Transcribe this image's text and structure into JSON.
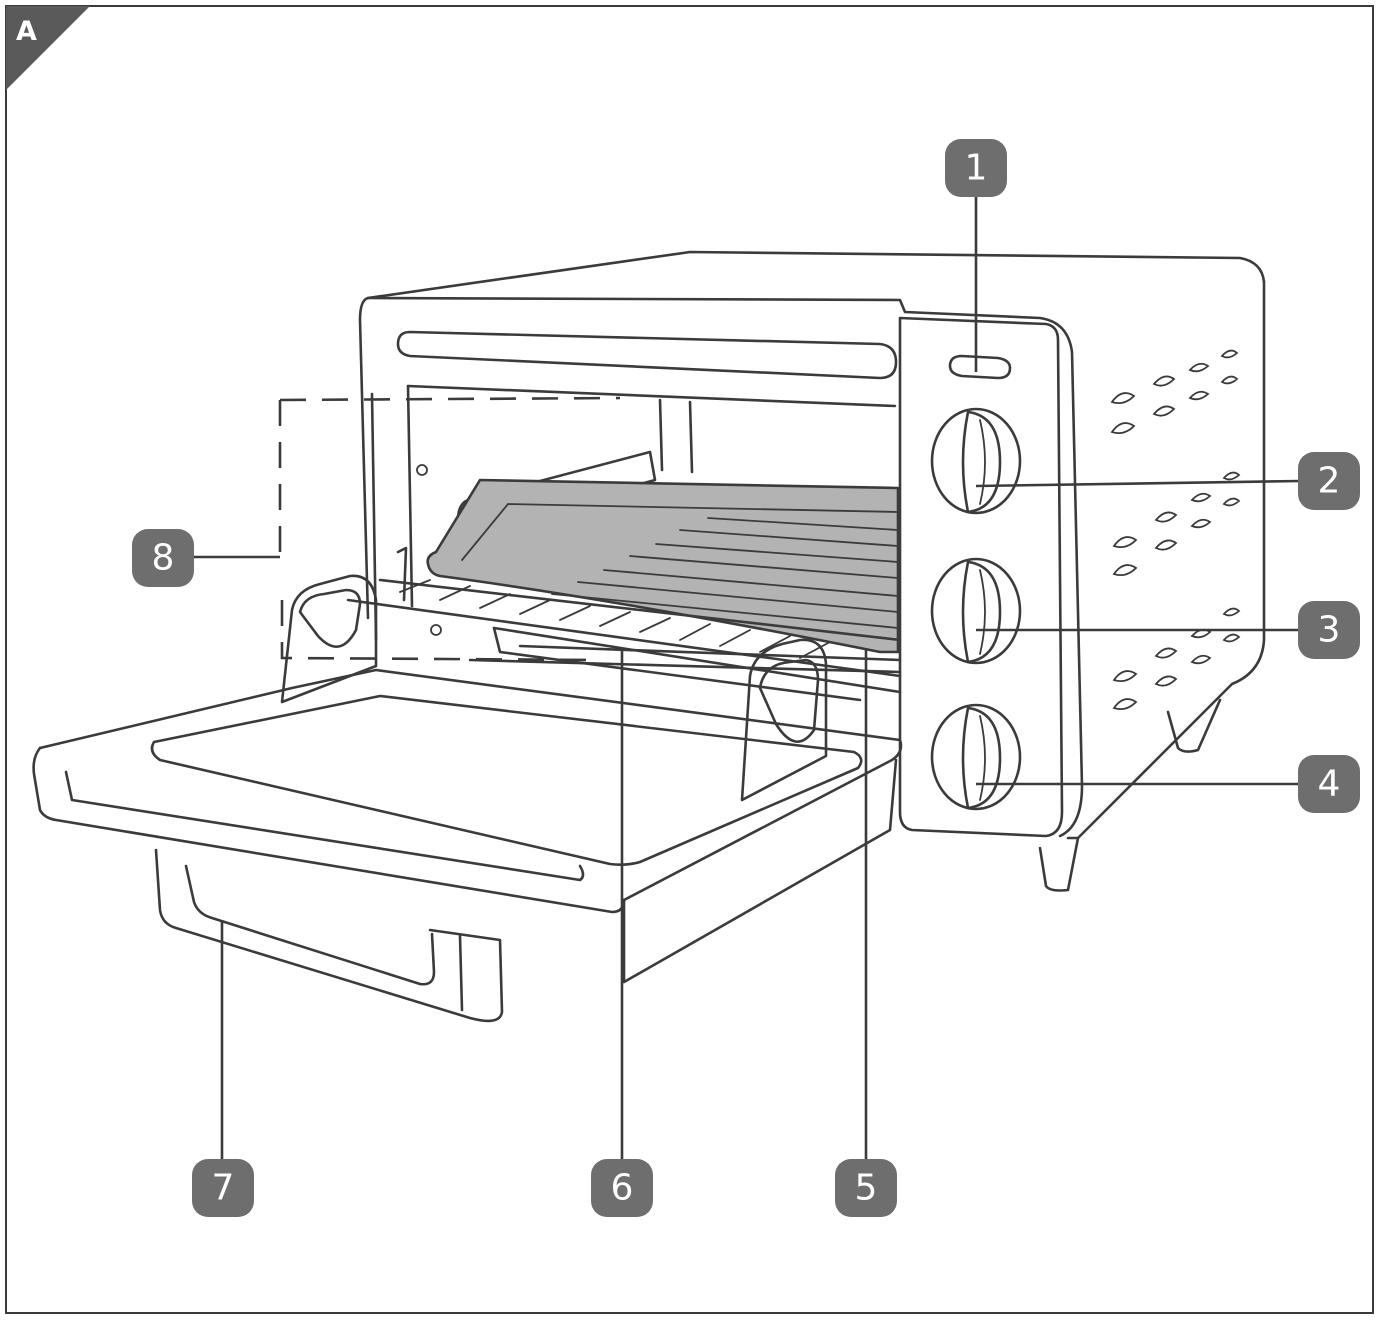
{
  "figure_label": "A",
  "callouts": [
    "1",
    "2",
    "3",
    "4",
    "5",
    "6",
    "7",
    "8"
  ],
  "colors": {
    "line": "#3b3b3b",
    "callout_fill": "#6e6e6e",
    "tray_fill": "#b3b3b3",
    "corner_fill": "#5a5a5a"
  }
}
